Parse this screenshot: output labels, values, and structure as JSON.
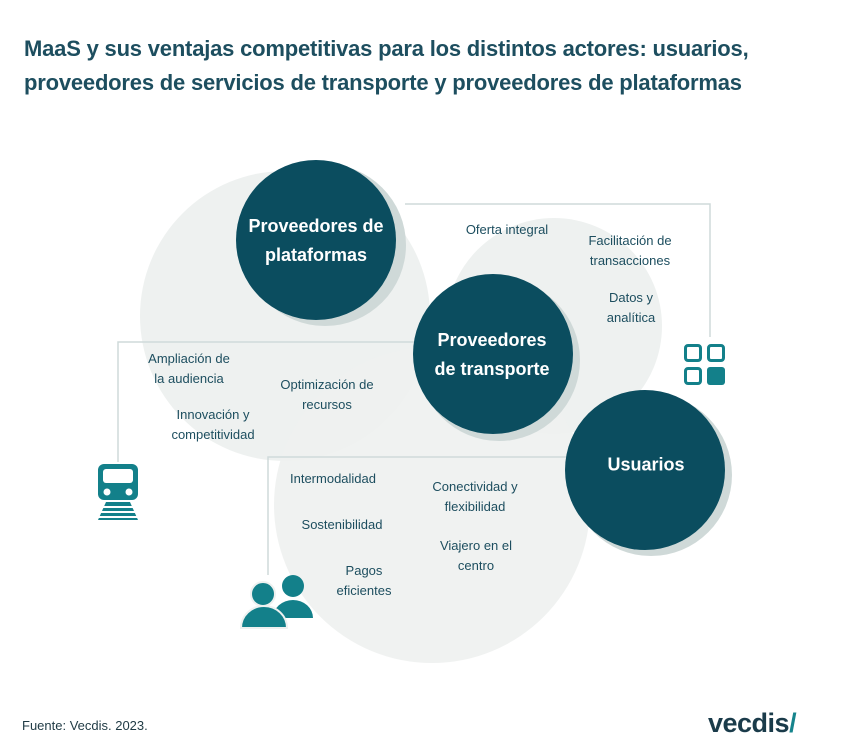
{
  "title": "MaaS y sus ventajas competitivas para los distintos actores: usuarios, proveedores de servicios de transporte y proveedores de plataformas",
  "colors": {
    "node": "#0b4d5f",
    "accent": "#13808a",
    "background_circle": "#eef1f0",
    "connector": "#cfdada",
    "text": "#1d4e5f"
  },
  "actors": {
    "platforms": {
      "label_line1": "Proveedores de",
      "label_line2": "plataformas",
      "icon": "grid-apps-icon",
      "advantages": [
        {
          "line1": "Oferta integral",
          "line2": ""
        },
        {
          "line1": "Facilitación de",
          "line2": "transacciones"
        },
        {
          "line1": "Datos y",
          "line2": "analítica"
        }
      ]
    },
    "transport": {
      "label_line1": "Proveedores",
      "label_line2": "de transporte",
      "icon": "train-icon",
      "advantages": [
        {
          "line1": "Ampliación de",
          "line2": "la audiencia"
        },
        {
          "line1": "Optimización de",
          "line2": "recursos"
        },
        {
          "line1": "Innovación y",
          "line2": "competitividad"
        }
      ]
    },
    "users": {
      "label": "Usuarios",
      "icon": "users-icon",
      "advantages": [
        {
          "line1": "Intermodalidad",
          "line2": ""
        },
        {
          "line1": "Conectividad y",
          "line2": "flexibilidad"
        },
        {
          "line1": "Sostenibilidad",
          "line2": ""
        },
        {
          "line1": "Viajero en el",
          "line2": "centro"
        },
        {
          "line1": "Pagos",
          "line2": "eficientes"
        }
      ]
    }
  },
  "footer": {
    "source": "Fuente: Vecdis. 2023.",
    "logo_text": "vecdis",
    "logo_mark": "/"
  }
}
